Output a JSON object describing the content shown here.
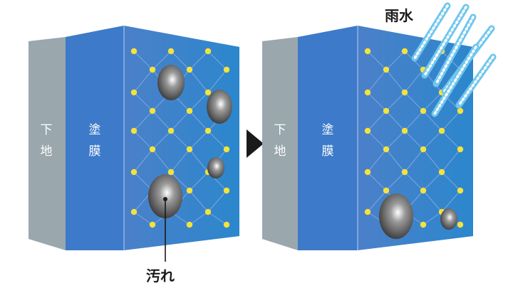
{
  "labels": {
    "substrate": [
      "下",
      "地"
    ],
    "coating": [
      "塗",
      "膜"
    ],
    "dirt": "汚れ",
    "rainwater": "雨水"
  },
  "colors": {
    "substrate": "#9aa7ad",
    "coating": "#3d7ac9",
    "coating_dark": "#2f63ae",
    "surface_start": "#4a7fc9",
    "surface_end": "#2a86cc",
    "node": "#f5e23a",
    "hex_line": "#7fa7dc",
    "arrow": "#1a1a1a",
    "rain": "#6fc6ee"
  },
  "icons": {
    "transition_arrow": "triangle-right-icon"
  }
}
